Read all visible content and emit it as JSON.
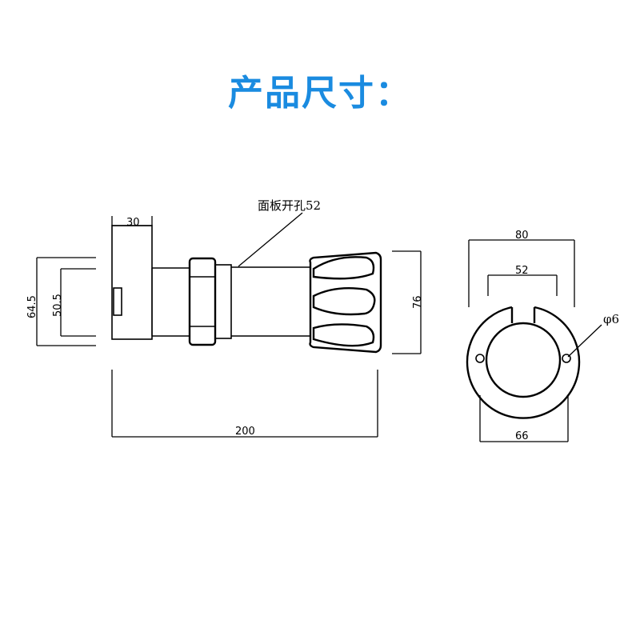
{
  "title": "产品尺寸：",
  "side_view": {
    "panel_note": "面板开孔52",
    "dim_flange_width": "30",
    "dim_outer_height": "64.5",
    "dim_inner_height": "50.5",
    "dim_cap_height": "76",
    "dim_total_length": "200"
  },
  "front_view": {
    "dim_outer_width": "80",
    "dim_inner_width": "52",
    "dim_hole": "φ6",
    "dim_bottom_width": "66"
  }
}
